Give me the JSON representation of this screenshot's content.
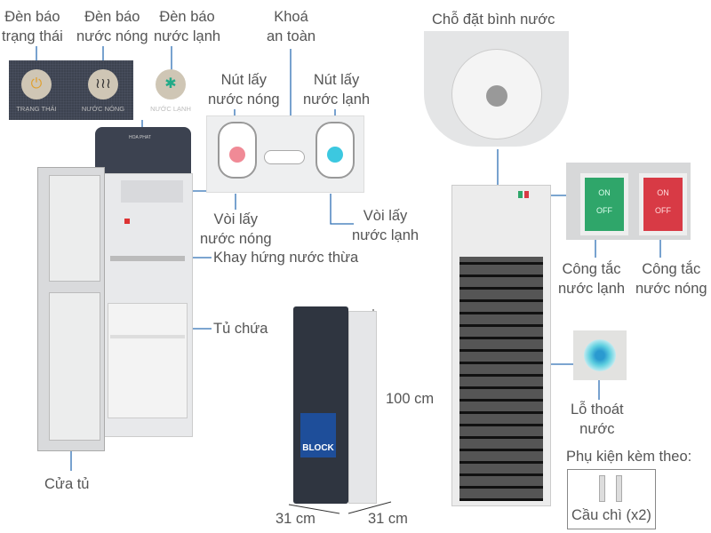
{
  "labels": {
    "status_light": [
      "Đèn báo",
      "trạng thái"
    ],
    "hot_light": [
      "Đèn báo",
      "nước nóng"
    ],
    "cold_light": [
      "Đèn báo",
      "nước lạnh"
    ],
    "safety_lock": [
      "Khoá",
      "an toàn"
    ],
    "bottle_seat": "Chỗ đặt bình nước",
    "hot_button": [
      "Nút lấy",
      "nước nóng"
    ],
    "cold_button": [
      "Nút lấy",
      "nước lạnh"
    ],
    "hot_tap": [
      "Vòi lấy",
      "nước nóng"
    ],
    "cold_tap": [
      "Vòi lấy",
      "nước lạnh"
    ],
    "drip_tray": "Khay hứng nước thừa",
    "cabinet": "Tủ chứa",
    "cabinet_door": "Cửa tủ",
    "height": "100 cm",
    "width": "31 cm",
    "depth": "31 cm",
    "cold_switch": [
      "Công tắc",
      "nước lạnh"
    ],
    "hot_switch": [
      "Công tắc",
      "nước nóng"
    ],
    "drain": [
      "Lỗ thoát",
      "nước"
    ],
    "accessories": "Phụ kiện kèm theo:",
    "fuse": "Cầu chì (x2)"
  },
  "panel": {
    "status": "TRẠNG THÁI",
    "hot": "NƯỚC NÓNG",
    "cold": "NƯỚC LẠNH",
    "brand": "HOA PHAT"
  },
  "switches": {
    "on": "ON",
    "off": "OFF"
  },
  "product_badge": "BLOCK",
  "colors": {
    "leader_line": "#2f6fb5",
    "hot": "#f08a96",
    "cold": "#3cc8e0",
    "switch_green": "#2fa66a",
    "switch_red": "#d83a45",
    "panel": "#3d4350"
  }
}
